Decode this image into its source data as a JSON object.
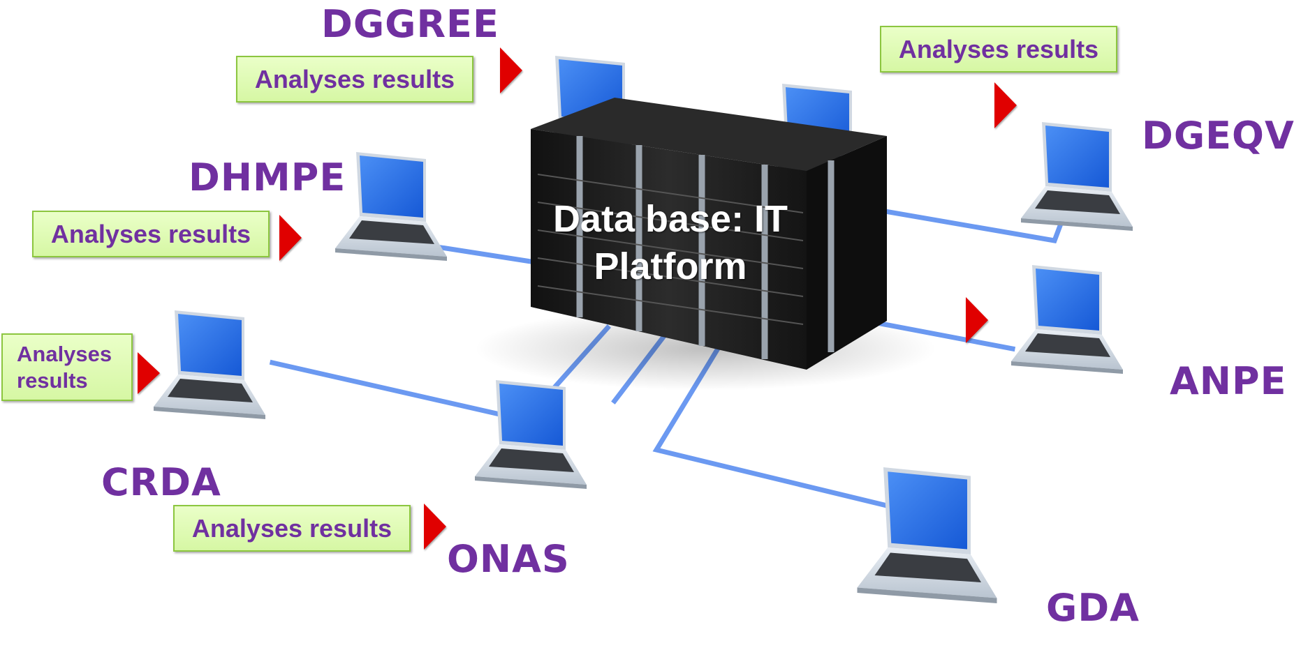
{
  "server": {
    "label": "Data base: IT Platform"
  },
  "nodes": [
    {
      "id": "dggree",
      "name": "DGGREE",
      "result_label": "Analyses results"
    },
    {
      "id": "dhmpe",
      "name": "DHMPE",
      "result_label": "Analyses results"
    },
    {
      "id": "crda",
      "name": "CRDA",
      "result_label": "Analyses results"
    },
    {
      "id": "onas",
      "name": "ONAS",
      "result_label": "Analyses results"
    },
    {
      "id": "dgeqv",
      "name": "DGEQV",
      "result_label": "Analyses results"
    },
    {
      "id": "anpe",
      "name": "ANPE"
    },
    {
      "id": "gda",
      "name": "GDA"
    }
  ],
  "colors": {
    "label": "#7030a0",
    "arrow": "#e00000",
    "box_fill": "#d6f7a4",
    "box_border": "#8cc63f",
    "cable": "#5b8ef0",
    "screen": "#1f6fe6",
    "server": "#1c1c1c"
  }
}
